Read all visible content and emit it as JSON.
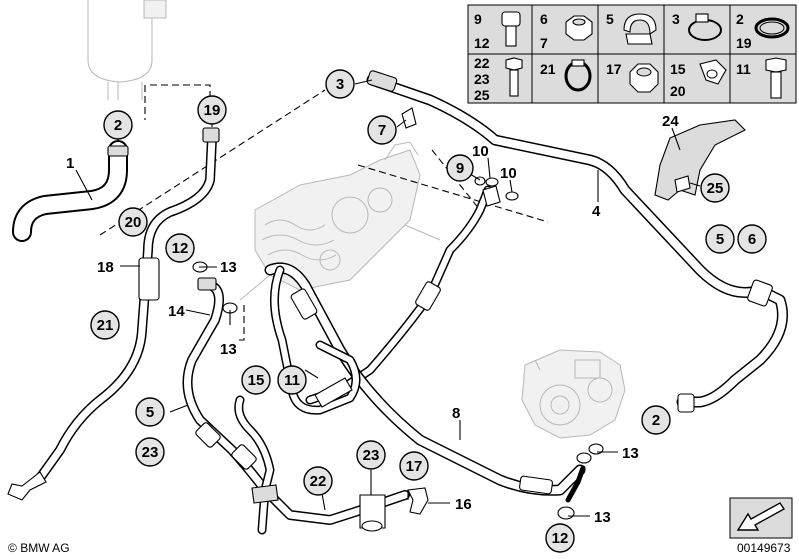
{
  "footer": {
    "brand": "BMW AG",
    "diagram_number": "00149673"
  },
  "legend": {
    "cells": [
      {
        "id": "c9",
        "labels": [
          "9",
          "12"
        ]
      },
      {
        "id": "c6",
        "labels": [
          "6",
          "7"
        ]
      },
      {
        "id": "c5",
        "labels": [
          "5"
        ]
      },
      {
        "id": "c3",
        "labels": [
          "3"
        ]
      },
      {
        "id": "c2",
        "labels": [
          "2",
          "19"
        ]
      },
      {
        "id": "c22",
        "labels": [
          "22",
          "23",
          "25"
        ]
      },
      {
        "id": "c21",
        "labels": [
          "21"
        ]
      },
      {
        "id": "c17",
        "labels": [
          "17"
        ]
      },
      {
        "id": "c15",
        "labels": [
          "15",
          "20"
        ]
      },
      {
        "id": "c11",
        "labels": [
          "11"
        ]
      }
    ]
  },
  "callouts": {
    "p1": "1",
    "p2a": "2",
    "p2b": "2",
    "p3": "3",
    "p4": "4",
    "p5a": "5",
    "p5b": "5",
    "p6": "6",
    "p7": "7",
    "p8": "8",
    "p9": "9",
    "p10a": "10",
    "p10b": "10",
    "p11": "11",
    "p12a": "12",
    "p12b": "12",
    "p13a": "13",
    "p13b": "13",
    "p13c": "13",
    "p13d": "13",
    "p14": "14",
    "p15": "15",
    "p16": "16",
    "p17": "17",
    "p18": "18",
    "p19": "19",
    "p20": "20",
    "p21": "21",
    "p22": "22",
    "p23a": "23",
    "p23b": "23",
    "p24": "24",
    "p25": "25"
  }
}
